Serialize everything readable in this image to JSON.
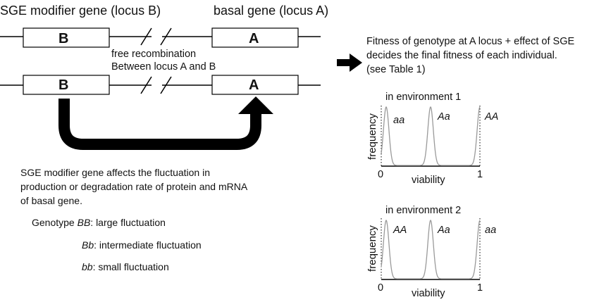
{
  "headers": {
    "modifier": "SGE modifier gene (locus B)",
    "basal": "basal gene (locus A)"
  },
  "gene_labels": {
    "b_top": "B",
    "a_top": "A",
    "b_bottom": "B",
    "a_bottom": "A"
  },
  "recombination": {
    "line1": "free recombination",
    "line2": "Between locus A and B"
  },
  "fitness_note": {
    "line1": "Fitness of genotype at A locus + effect of SGE",
    "line2": "decides the final fitness of each individual.",
    "line3": "(see Table 1)"
  },
  "sge_note": {
    "line1": "SGE modifier gene affects the fluctuation in",
    "line2": "production or degradation rate of protein and mRNA",
    "line3": "of basal gene."
  },
  "genotypes": [
    {
      "prefix": "Genotype ",
      "geno": "BB",
      "effect": ": large fluctuation"
    },
    {
      "prefix": "",
      "geno": "Bb",
      "effect": ": intermediate fluctuation"
    },
    {
      "prefix": "",
      "geno": "bb",
      "effect": ": small fluctuation"
    }
  ],
  "plots": [
    {
      "title": "in environment 1",
      "ylabel": "frequency",
      "xlabel": "viability",
      "x_tick_min": "0",
      "x_tick_max": "1",
      "peak_labels": [
        "aa",
        "Aa",
        "AA"
      ]
    },
    {
      "title": "in environment 2",
      "ylabel": "frequency",
      "xlabel": "viability",
      "x_tick_min": "0",
      "x_tick_max": "1",
      "peak_labels": [
        "AA",
        "Aa",
        "aa"
      ]
    }
  ],
  "chart_data": [
    {
      "type": "line",
      "title": "in environment 1",
      "xlabel": "viability",
      "ylabel": "frequency",
      "xlim": [
        0,
        1
      ],
      "series": [
        {
          "name": "aa",
          "peak_x": 0.05
        },
        {
          "name": "Aa",
          "peak_x": 0.5
        },
        {
          "name": "AA",
          "peak_x": 1.0
        }
      ]
    },
    {
      "type": "line",
      "title": "in environment 2",
      "xlabel": "viability",
      "ylabel": "frequency",
      "xlim": [
        0,
        1
      ],
      "series": [
        {
          "name": "AA",
          "peak_x": 0.05
        },
        {
          "name": "Aa",
          "peak_x": 0.5
        },
        {
          "name": "aa",
          "peak_x": 1.0
        }
      ]
    }
  ]
}
